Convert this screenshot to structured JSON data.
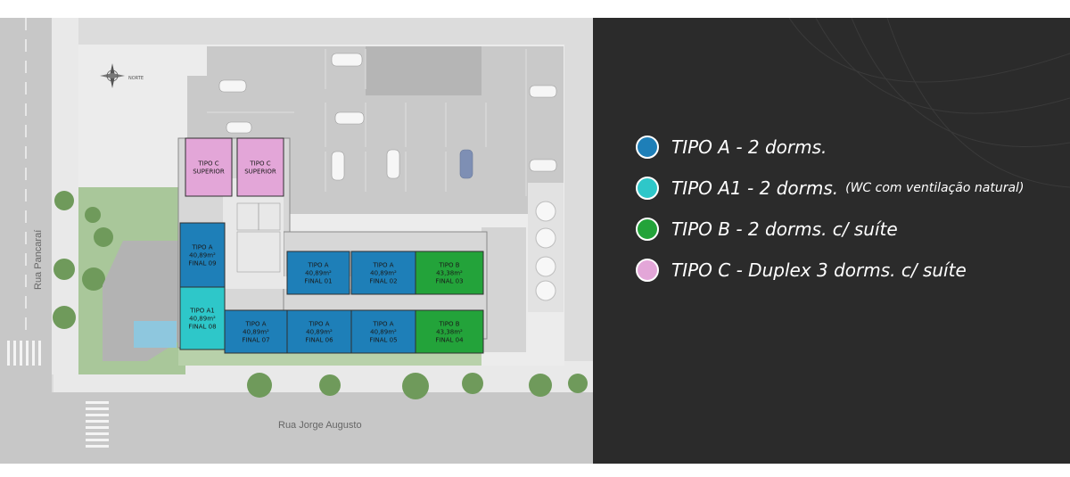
{
  "streets": {
    "vertical": "Rua Pancaraí",
    "horizontal": "Rua Jorge Augusto"
  },
  "compass": {
    "north": "NORTE"
  },
  "colors": {
    "tipo_a": "#1e7fb8",
    "tipo_a1": "#2ec7c9",
    "tipo_b": "#23a33a",
    "tipo_c": "#e3a6d8"
  },
  "units": [
    {
      "id": "c-left",
      "type": "TIPO C",
      "line1": "TIPO C",
      "line2": "SUPERIOR",
      "line3": ""
    },
    {
      "id": "c-right",
      "type": "TIPO C",
      "line1": "TIPO C",
      "line2": "SUPERIOR",
      "line3": ""
    },
    {
      "id": "a-09",
      "type": "TIPO A",
      "line1": "TIPO A",
      "line2": "40,89m²",
      "line3": "FINAL 09"
    },
    {
      "id": "a1-08",
      "type": "TIPO A1",
      "line1": "TIPO A1",
      "line2": "40,89m²",
      "line3": "FINAL 08"
    },
    {
      "id": "a-01",
      "type": "TIPO A",
      "line1": "TIPO A",
      "line2": "40,89m²",
      "line3": "FINAL 01"
    },
    {
      "id": "a-02",
      "type": "TIPO A",
      "line1": "TIPO A",
      "line2": "40,89m²",
      "line3": "FINAL 02"
    },
    {
      "id": "b-03",
      "type": "TIPO B",
      "line1": "TIPO B",
      "line2": "43,38m²",
      "line3": "FINAL 03"
    },
    {
      "id": "a-07",
      "type": "TIPO A",
      "line1": "TIPO A",
      "line2": "40,89m²",
      "line3": "FINAL 07"
    },
    {
      "id": "a-06",
      "type": "TIPO A",
      "line1": "TIPO A",
      "line2": "40,89m²",
      "line3": "FINAL 06"
    },
    {
      "id": "a-05",
      "type": "TIPO A",
      "line1": "TIPO A",
      "line2": "40,89m²",
      "line3": "FINAL 05"
    },
    {
      "id": "b-04",
      "type": "TIPO B",
      "line1": "TIPO B",
      "line2": "43,38m²",
      "line3": "FINAL 04"
    }
  ],
  "legend": [
    {
      "label": "TIPO A - 2 dorms.",
      "note": "",
      "color": "#1e7fb8"
    },
    {
      "label": "TIPO A1 - 2 dorms.",
      "note": "(WC com ventilação natural)",
      "color": "#2ec7c9"
    },
    {
      "label": "TIPO B - 2 dorms. c/ suíte",
      "note": "",
      "color": "#23a33a"
    },
    {
      "label": "TIPO C - Duplex 3 dorms. c/ suíte",
      "note": "",
      "color": "#e3a6d8"
    }
  ]
}
